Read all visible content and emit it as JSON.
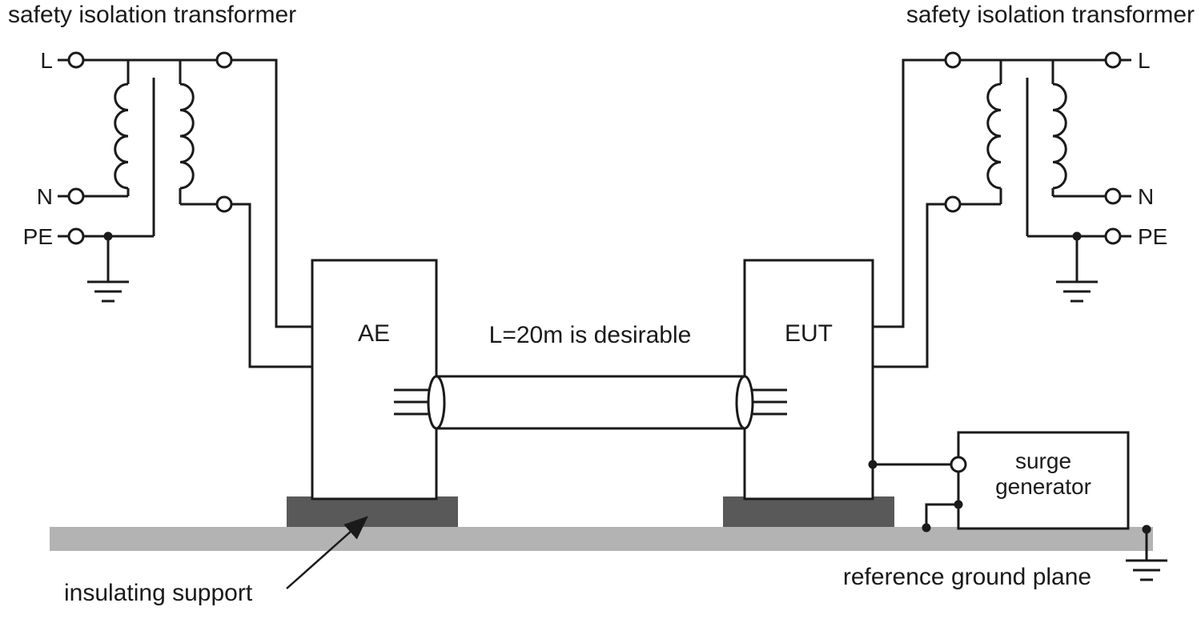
{
  "diagram": {
    "title_left": "safety isolation transformer",
    "title_right": "safety isolation transformer",
    "left_transformer": {
      "l": "L",
      "n": "N",
      "pe": "PE"
    },
    "right_transformer": {
      "l": "L",
      "n": "N",
      "pe": "PE"
    },
    "ae": {
      "label": "AE"
    },
    "eut": {
      "label": "EUT"
    },
    "cable": {
      "label": "L=20m is desirable"
    },
    "surge_generator": {
      "line1": "surge",
      "line2": "generator"
    },
    "labels": {
      "insulating_support": "insulating support",
      "reference_ground_plane": "reference ground plane"
    },
    "colors": {
      "wire": "#1a1a1a",
      "ground_plane_fill": "#b3b3b3",
      "insulating_support_fill": "#595959",
      "box_fill": "#ffffff"
    }
  }
}
